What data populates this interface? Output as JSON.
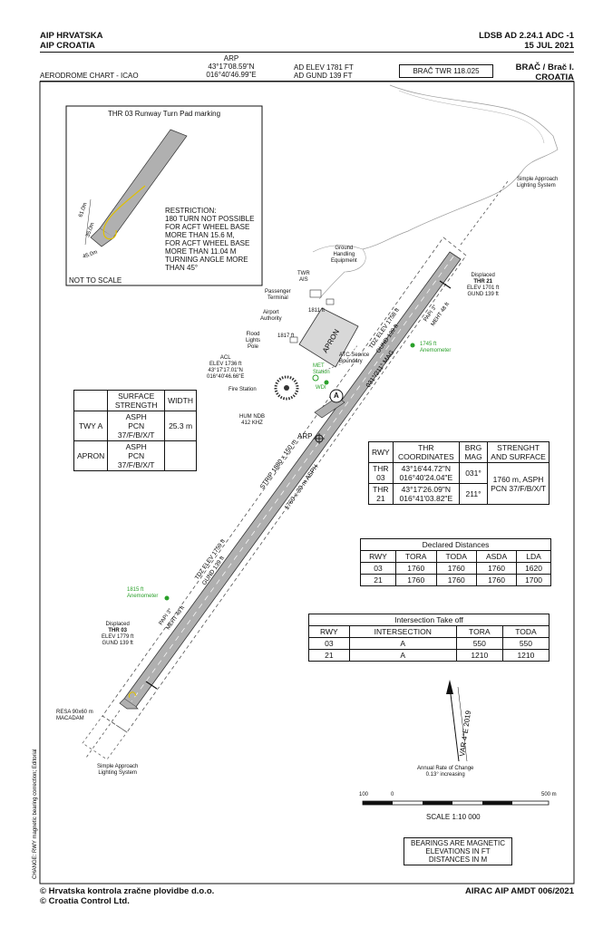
{
  "header": {
    "org_line1": "AIP HRVATSKA",
    "org_line2": "AIP CROATIA",
    "doc_id": "LDSB AD 2.24.1 ADC  -1",
    "doc_date": "15 JUL 2021",
    "chart_title": "AERODROME CHART - ICAO",
    "arp_label": "ARP",
    "arp_lat": "43°17'08.59\"N",
    "arp_lon": "016°40'46.99\"E",
    "ad_elev": "AD ELEV 1781 FT",
    "ad_gund": "AD GUND 139 FT",
    "twr_freq": "BRAČ TWR 118.025",
    "location_line1": "BRAČ / Brač I.",
    "location_line2": "CROATIA"
  },
  "inset": {
    "title": "THR 03 Runway Turn Pad marking",
    "restriction": [
      "RESTRICTION:",
      "180 TURN NOT POSSIBLE",
      "FOR ACFT WHEEL BASE",
      "MORE THAN 15.6 M,",
      "FOR ACFT WHEEL BASE",
      "MORE THAN 11.04 M",
      "TURNING ANGLE MORE",
      "THAN 45°"
    ],
    "not_to_scale": "NOT TO SCALE",
    "dims": [
      "61.0m",
      "35.0m",
      "45.0m"
    ]
  },
  "labels": {
    "approach_lights_ne": [
      "Simple Approach",
      "Lighting System"
    ],
    "approach_lights_sw": [
      "Simple Approach",
      "Lighting System"
    ],
    "ground_handling": [
      "Ground",
      "Handling",
      "Equipment"
    ],
    "twr_ais": [
      "TWR",
      "AIS"
    ],
    "passenger_terminal": [
      "Passenger",
      "Terminal"
    ],
    "airport_authority": [
      "Airport",
      "Authority"
    ],
    "flood_lights": [
      "Flood",
      "Lights",
      "Pole"
    ],
    "acl": [
      "ACL",
      "ELEV 1736 ft",
      "43°17'17.01\"N",
      "016°40'46.66\"E"
    ],
    "fire_station": "Fire Station",
    "hum_ndb": [
      "HUM NDB",
      "412 KHZ"
    ],
    "atc_boundary": [
      "ATC Service",
      "Boundary"
    ],
    "met_station": [
      "MET",
      "Station"
    ],
    "wdi": "WDI",
    "apron": "APRON",
    "elev_1811": "1811 ft",
    "elev_1817": "1817 ft",
    "anemometer_ne": [
      "1745 ft",
      "Anemometer"
    ],
    "anemometer_sw": [
      "1815 ft",
      "Anemometer"
    ],
    "thr21": [
      "Displaced",
      "THR 21",
      "ELEV 1701 ft",
      "GUND 139 ft"
    ],
    "thr03": [
      "Displaced",
      "THR 03",
      "ELEV 1779 ft",
      "GUND 139 ft"
    ],
    "tdz_21": [
      "TDZ ELEV 1758 ft",
      "GUND 139 ft"
    ],
    "tdz_03": [
      "TDZ ELEV 1759 ft",
      "GUND 139 ft"
    ],
    "papi_21": [
      "PAPI 3°",
      "MEHT 48 ft"
    ],
    "papi_03": [
      "PAPI 3°",
      "MEHT 49 ft"
    ],
    "bearing_021": "031°/211° MAG",
    "strip": "STRIP 1880 x 150 m",
    "runway_dims": "1760 x 30 m ASPH",
    "arp_mark": "ARP",
    "twy_a": "A",
    "resa": [
      "RESA 90x60 m",
      "MACADAM"
    ],
    "var": "VAR 4°E  2019",
    "annual_change": [
      "Annual Rate of Change",
      "0.13° increasing"
    ],
    "scale_ticks": [
      "100",
      "0",
      "500 m"
    ],
    "scale": "SCALE 1:10 000",
    "bearing_note": [
      "BEARINGS ARE MAGNETIC",
      "ELEVATIONS IN FT",
      "DISTANCES IN M"
    ],
    "side_note": "CHANGE: RWY magnetic bearing correction; Editorial"
  },
  "surface_table": {
    "headers": [
      "",
      "SURFACE STRENGTH",
      "WIDTH"
    ],
    "rows": [
      {
        "name": "TWY A",
        "strength": [
          "ASPH",
          "PCN 37/F/B/X/T"
        ],
        "width": "25.3 m"
      },
      {
        "name": "APRON",
        "strength": [
          "ASPH",
          "PCN 37/F/B/X/T"
        ],
        "width": ""
      }
    ]
  },
  "rwy_table": {
    "headers": [
      "RWY",
      "THR COORDINATES",
      "BRG MAG",
      "STRENGHT AND SURFACE"
    ],
    "rows": [
      {
        "rwy": [
          "THR",
          "03"
        ],
        "coords": [
          "43°16'44.72\"N",
          "016°40'24.04\"E"
        ],
        "brg": "031°"
      },
      {
        "rwy": [
          "THR",
          "21"
        ],
        "coords": [
          "43°17'26.09\"N",
          "016°41'03.82\"E"
        ],
        "brg": "211°"
      }
    ],
    "surface": [
      "1760 m, ASPH",
      "PCN 37/F/B/X/T"
    ]
  },
  "declared_table": {
    "title": "Declared Distances",
    "headers": [
      "RWY",
      "TORA",
      "TODA",
      "ASDA",
      "LDA"
    ],
    "rows": [
      [
        "03",
        "1760",
        "1760",
        "1760",
        "1620"
      ],
      [
        "21",
        "1760",
        "1760",
        "1760",
        "1700"
      ]
    ]
  },
  "intersection_table": {
    "title": "Intersection Take off",
    "headers": [
      "RWY",
      "INTERSECTION",
      "TORA",
      "TODA"
    ],
    "rows": [
      [
        "03",
        "A",
        "550",
        "550"
      ],
      [
        "21",
        "A",
        "1210",
        "1210"
      ]
    ]
  },
  "footer": {
    "copyright1": "© Hrvatska kontrola zračne plovidbe d.o.o.",
    "copyright2": "© Croatia Control Ltd.",
    "amdt": "AIRAC AIP AMDT 006/2021"
  },
  "colors": {
    "runway_fill": "#b0b0b0",
    "green": "#2aa02a"
  }
}
